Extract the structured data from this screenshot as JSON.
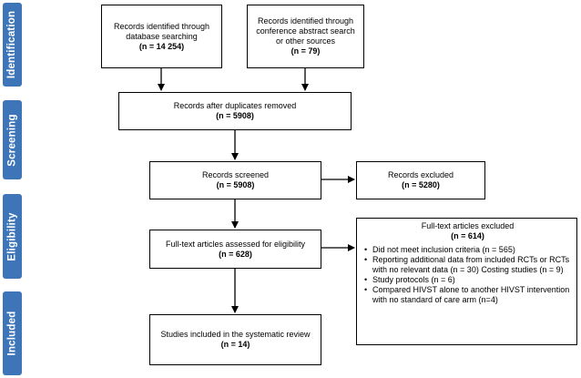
{
  "phases": {
    "identification": "Identification",
    "screening": "Screening",
    "eligibility": "Eligibility",
    "included": "Included"
  },
  "boxes": {
    "database_search": {
      "text": "Records identified through database searching",
      "n": "(n = 14 254)"
    },
    "other_sources": {
      "text": "Records identified through conference abstract search or other sources",
      "n": "(n = 79)"
    },
    "after_duplicates": {
      "text": "Records after duplicates removed",
      "n": "(n = 5908)"
    },
    "screened": {
      "text": "Records screened",
      "n": "(n = 5908)"
    },
    "excluded": {
      "text": "Records excluded",
      "n": "(n = 5280)"
    },
    "fulltext_assessed": {
      "text": "Full-text articles assessed for eligibility",
      "n": "(n = 628)"
    },
    "fulltext_excluded": {
      "text": "Full-text articles excluded",
      "n": "(n = 614)",
      "reasons": [
        "Did not meet inclusion criteria (n = 565)",
        "Reporting additional data from included RCTs or RCTs with no relevant data (n = 30) Costing studies (n = 9)",
        "Study protocols  (n = 6)",
        "Compared HIVST alone to another HIVST intervention with no standard of care arm (n=4)"
      ]
    },
    "included": {
      "text": "Studies included in the systematic review",
      "n": "(n = 14)"
    }
  },
  "colors": {
    "phase_bar": "#3d75b8",
    "box_border": "#000000"
  }
}
